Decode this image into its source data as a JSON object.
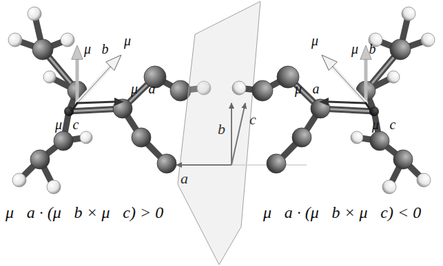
{
  "diagram": {
    "labels": [
      "μ⃗b",
      "μ⃗",
      "μ⃗a",
      "μ⃗c",
      "b",
      "c",
      "a",
      "μ⃗",
      "μ⃗b",
      "μ⃗a",
      "μ⃗c",
      "μ⃗a · (μ⃗b × μ⃗c) > 0",
      "μ⃗a · (μ⃗b × μ⃗c) < 0"
    ]
  }
}
